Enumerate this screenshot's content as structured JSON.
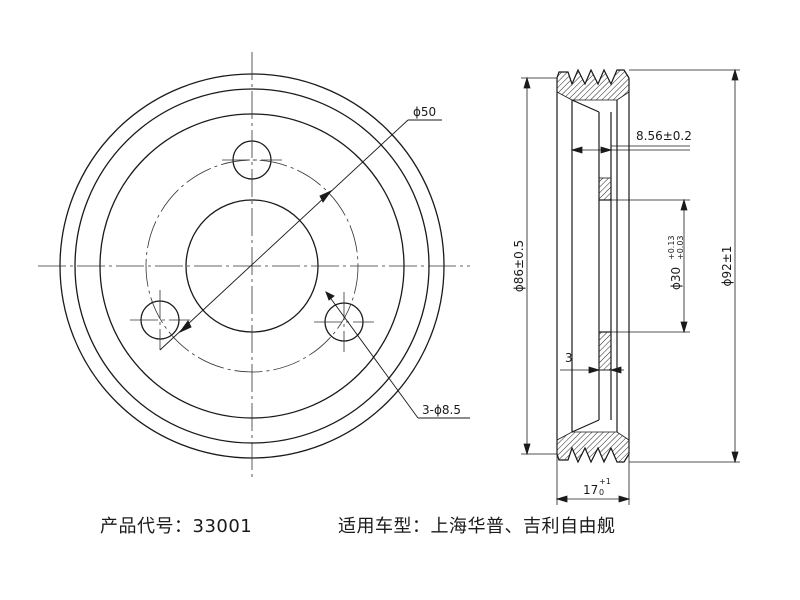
{
  "front_view": {
    "pcd_label": "ϕ50",
    "holes_label": "3-ϕ8.5"
  },
  "side_view": {
    "width_label": "8.56±0.2",
    "bore_label": "ϕ30",
    "bore_tol_upper": "+0.13",
    "bore_tol_lower": "+0.03",
    "outer_label": "ϕ92±1",
    "inner_label": "ϕ86±0.5",
    "wall_label": "3",
    "length_label": "17",
    "length_tol_upper": "+1",
    "length_tol_lower": "0"
  },
  "caption": {
    "product_code": "产品代号：33001",
    "applicable_models": "适用车型：上海华普、吉利自由舰"
  }
}
